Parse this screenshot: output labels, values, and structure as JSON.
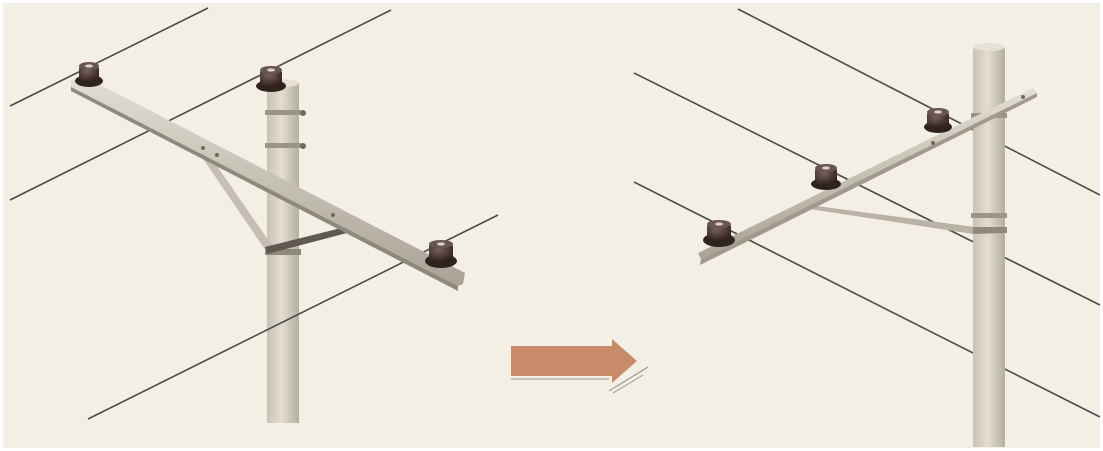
{
  "colors": {
    "background": "#f3efe4",
    "wire": "#4a4a48",
    "pole": "#d9d4c6",
    "pole_shadow": "#b9b3a3",
    "crossarm": "#cfcbc0",
    "crossarm_shadow": "#9f9a8d",
    "insulator": "#3a2b28",
    "insulator_highlight": "#6a5650",
    "arrow": "#c78b6a"
  },
  "panels": [
    {
      "id": "before",
      "insulator_count": 3,
      "insulator_icon": "porcelain-insulator-icon"
    },
    {
      "id": "after",
      "insulator_count": 3,
      "insulator_icon": "porcelain-insulator-icon"
    }
  ],
  "transition_icon": "right-arrow-icon"
}
